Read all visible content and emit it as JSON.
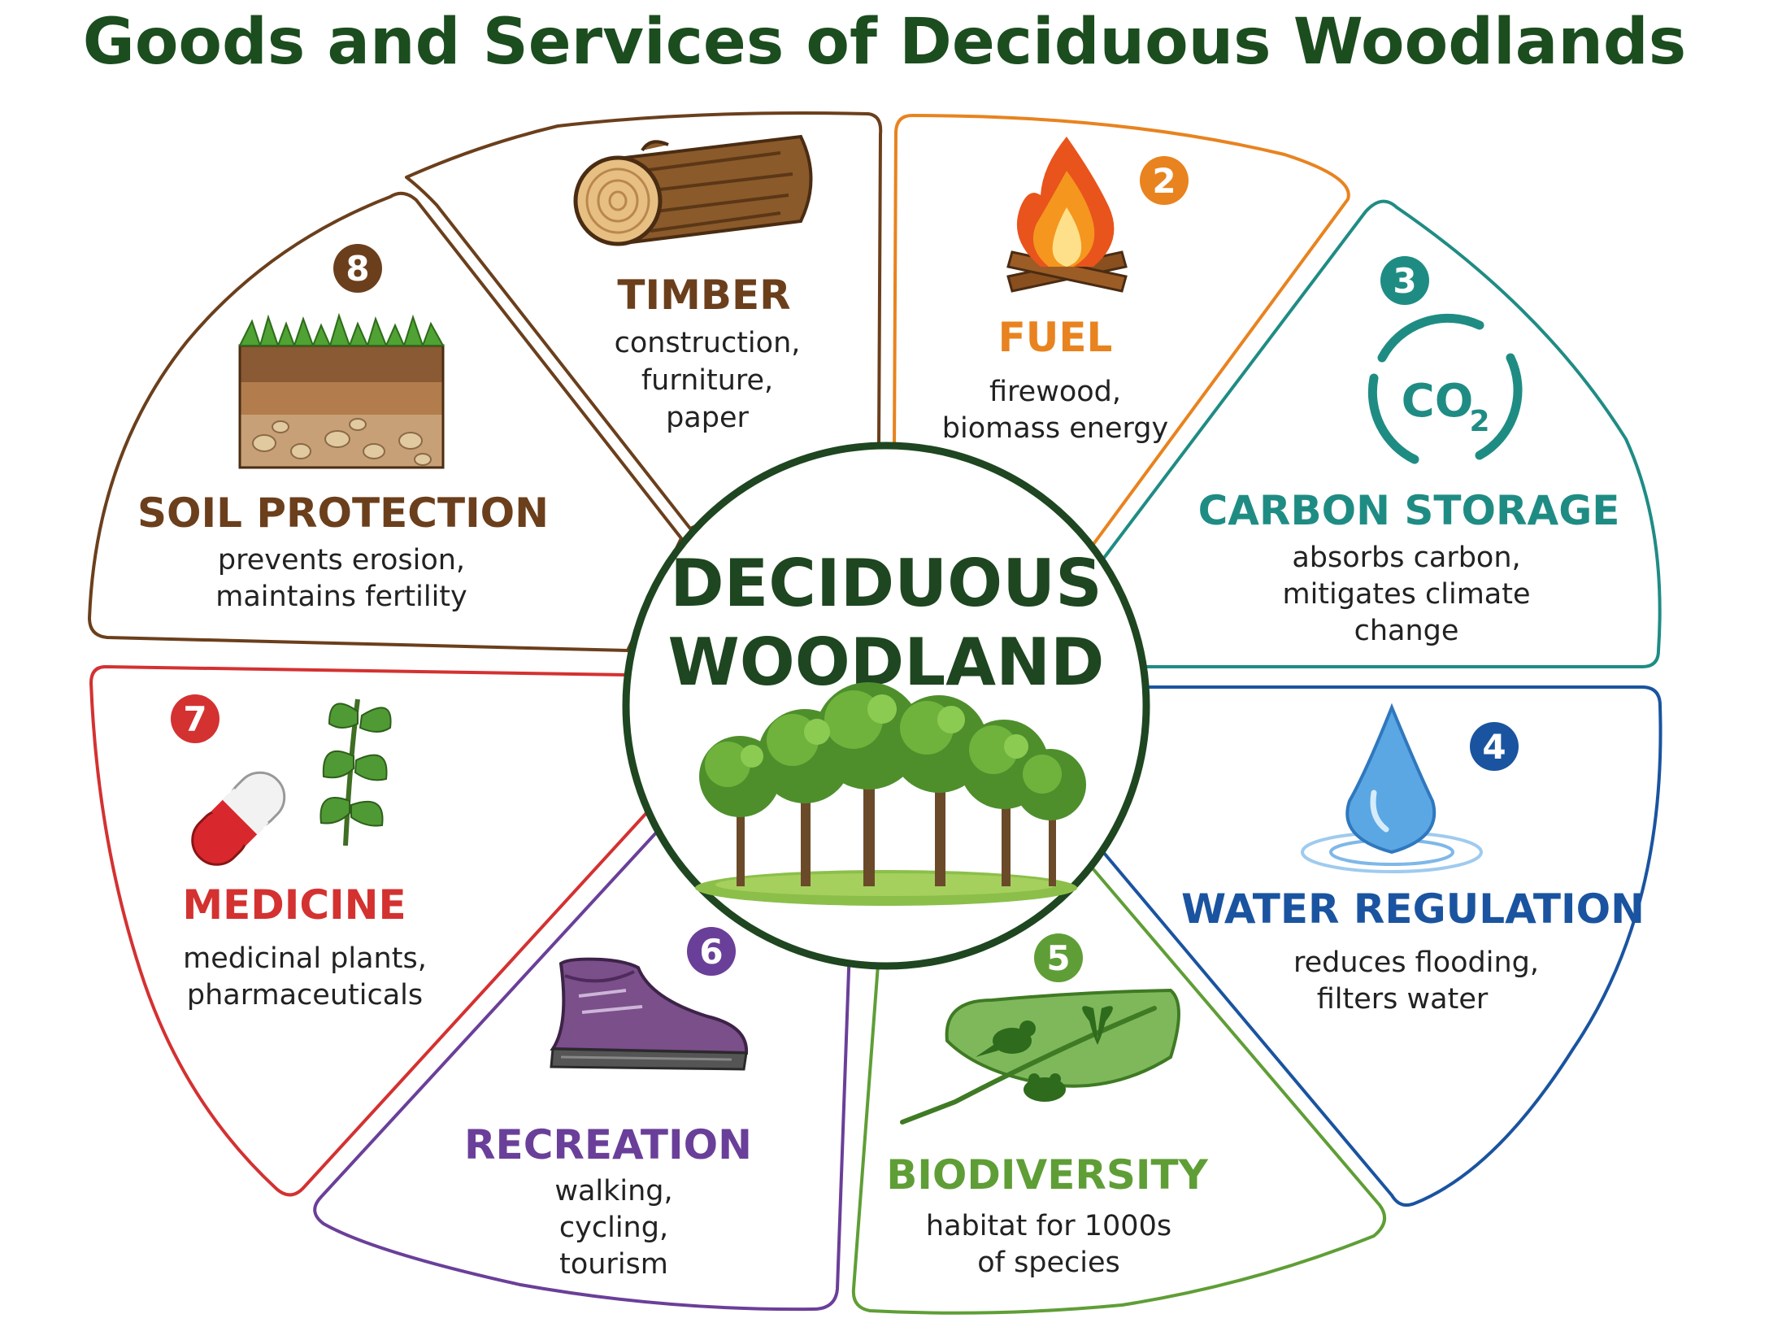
{
  "title": "Goods and Services of Deciduous Woodlands",
  "center": {
    "line1": "DECIDUOUS",
    "line2": "WOODLAND"
  },
  "colors": {
    "title": "#1b4d1f",
    "center_ring": "#1e4620",
    "timber": "#6b3f1c",
    "fuel": "#e8831f",
    "carbon": "#1f8c84",
    "water": "#1a54a0",
    "biodiversity": "#5f9e36",
    "recreation": "#6a3f99",
    "medicine": "#d43131",
    "soil": "#6b3f1c"
  },
  "segments": [
    {
      "key": "timber",
      "number": "",
      "heading": "TIMBER",
      "desc": [
        "construction,",
        "furniture,",
        "paper"
      ],
      "icon": "log-icon"
    },
    {
      "key": "fuel",
      "number": "2",
      "heading": "FUEL",
      "desc": [
        "firewood,",
        "biomass energy"
      ],
      "icon": "fire-icon"
    },
    {
      "key": "carbon",
      "number": "3",
      "heading": "CARBON STORAGE",
      "desc": [
        "absorbs carbon,",
        "mitigates climate",
        "change"
      ],
      "icon": "co2-cycle-icon",
      "icon_text": "CO",
      "icon_sub": "2"
    },
    {
      "key": "water",
      "number": "4",
      "heading": "WATER REGULATION",
      "desc": [
        "reduces flooding,",
        "filters water"
      ],
      "icon": "water-drop-icon"
    },
    {
      "key": "biodiversity",
      "number": "5",
      "heading": "BIODIVERSITY",
      "desc": [
        "habitat for 1000s",
        "of species"
      ],
      "icon": "leaf-wildlife-icon"
    },
    {
      "key": "recreation",
      "number": "6",
      "heading": "RECREATION",
      "desc": [
        "walking,",
        "cycling,",
        "tourism"
      ],
      "icon": "hiking-boot-icon"
    },
    {
      "key": "medicine",
      "number": "7",
      "heading": "MEDICINE",
      "desc": [
        "medicinal plants,",
        "pharmaceuticals"
      ],
      "icon": "capsule-and-herb-icon"
    },
    {
      "key": "soil",
      "number": "8",
      "heading": "SOIL PROTECTION",
      "desc": [
        "prevents erosion,",
        "maintains fertility"
      ],
      "icon": "soil-layers-icon"
    }
  ]
}
